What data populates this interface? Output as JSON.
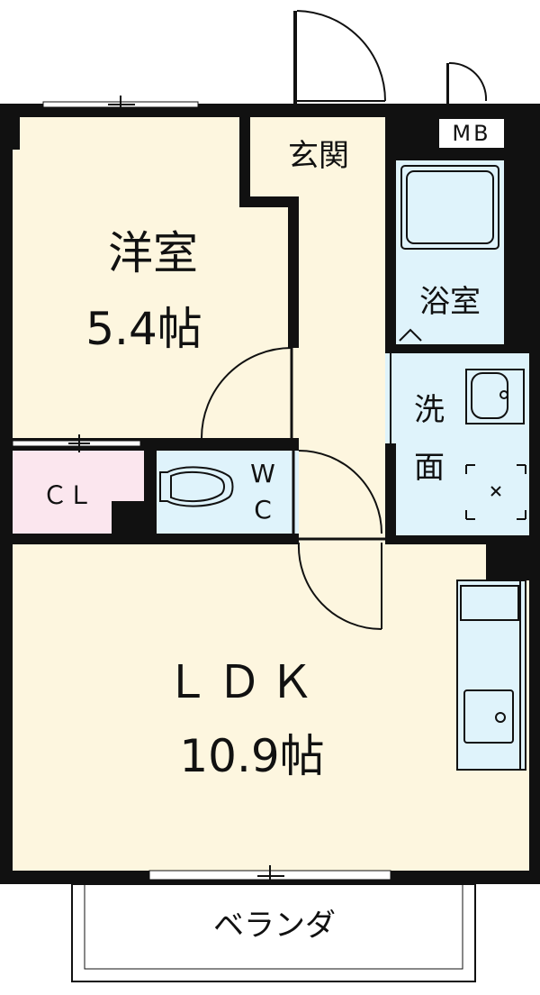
{
  "rooms": {
    "western": {
      "name": "洋室",
      "size": "5.4帖"
    },
    "entrance": {
      "name": "玄関"
    },
    "bath": {
      "name": "浴室"
    },
    "washroom": {
      "name_line1": "洗",
      "name_line2": "面"
    },
    "closet": {
      "name": "ＣＬ"
    },
    "toilet": {
      "name_line1": "W",
      "name_line2": "C"
    },
    "ldk": {
      "name": "ＬＤＫ",
      "size": "10.9帖"
    },
    "veranda": {
      "name": "ベランダ"
    }
  },
  "meter_box": {
    "label": "MB"
  },
  "colors": {
    "wall": "#111111",
    "living_fill": "#fdf6df",
    "wet_area_fill": "#dff3fb",
    "closet_fill": "#fbe6ee"
  }
}
